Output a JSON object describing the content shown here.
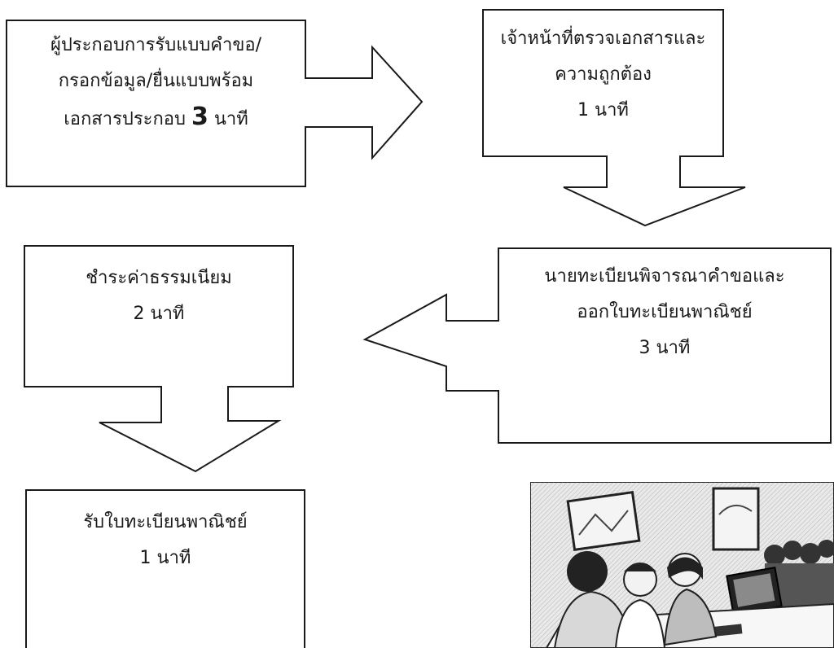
{
  "steps": [
    {
      "id": "submit",
      "lines": [
        "ผู้ประกอบการรับแบบคำขอ/",
        "กรอกข้อมูล/ยื่นแบบพร้อม"
      ],
      "last_line_prefix": "เอกสารประกอบ",
      "last_line_number": "3",
      "last_line_unit": "นาที"
    },
    {
      "id": "check",
      "lines": [
        "เจ้าหน้าที่ตรวจเอกสารและ",
        "ความถูกต้อง",
        "1 นาที"
      ]
    },
    {
      "id": "approve",
      "lines": [
        "นายทะเบียนพิจารณาคำขอและ",
        "ออกใบทะเบียนพาณิชย์",
        "3 นาที"
      ]
    },
    {
      "id": "pay",
      "lines": [
        "ชำระค่าธรรมเนียม",
        "2 นาที"
      ]
    },
    {
      "id": "receive",
      "lines": [
        "รับใบทะเบียนพาณิชย์",
        "1 นาที"
      ]
    }
  ],
  "illustration": {
    "icon": "office-meeting-illustration"
  }
}
